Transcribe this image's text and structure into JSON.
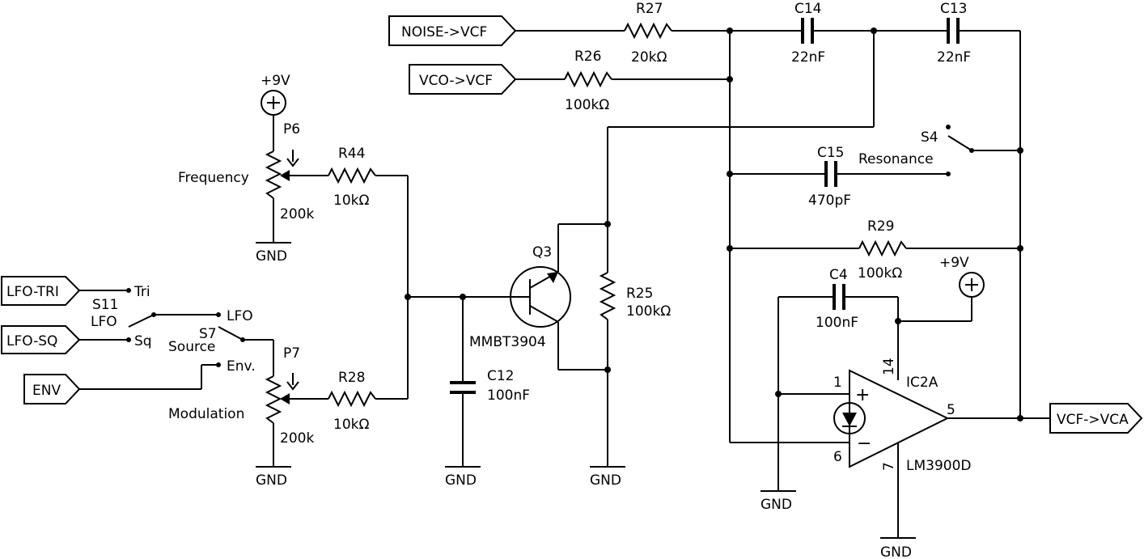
{
  "ports": {
    "noise_vcf": "NOISE->VCF",
    "vco_vcf": "VCO->VCF",
    "lfo_tri": "LFO-TRI",
    "lfo_sq": "LFO-SQ",
    "env": "ENV",
    "vcf_vca": "VCF->VCA"
  },
  "components": {
    "r27": {
      "ref": "R27",
      "value": "20kΩ"
    },
    "r26": {
      "ref": "R26",
      "value": "100kΩ"
    },
    "c14": {
      "ref": "C14",
      "value": "22nF"
    },
    "c13": {
      "ref": "C13",
      "value": "22nF"
    },
    "c15": {
      "ref": "C15",
      "value": "470pF"
    },
    "r29": {
      "ref": "R29",
      "value": "100kΩ"
    },
    "c4": {
      "ref": "C4",
      "value": "100nF"
    },
    "r44": {
      "ref": "R44",
      "value": "10kΩ"
    },
    "r28": {
      "ref": "R28",
      "value": "10kΩ"
    },
    "r25": {
      "ref": "R25",
      "value": "100kΩ"
    },
    "c12": {
      "ref": "C12",
      "value": "100nF"
    },
    "q3": {
      "ref": "Q3",
      "value": "MMBT3904"
    },
    "p6": {
      "ref": "P6",
      "value": "200k",
      "label": "Frequency"
    },
    "p7": {
      "ref": "P7",
      "value": "200k",
      "label": "Modulation"
    },
    "s4": {
      "ref": "S4",
      "label": "Resonance"
    },
    "s11": {
      "ref": "S11",
      "label": "LFO",
      "pos1": "Tri",
      "pos2": "Sq"
    },
    "s7": {
      "ref": "S7",
      "label": "Source",
      "pos1": "LFO",
      "pos2": "Env."
    },
    "ic2a": {
      "ref": "IC2A",
      "value": "LM3900D",
      "pin_plus": "1",
      "pin_minus": "6",
      "pin_out": "5",
      "pin_vcc": "14",
      "pin_gnd": "7",
      "plus_sign": "+",
      "minus_sign": "−"
    }
  },
  "power": {
    "vcc": "+9V",
    "gnd": "GND",
    "plus_glyph": "+"
  }
}
